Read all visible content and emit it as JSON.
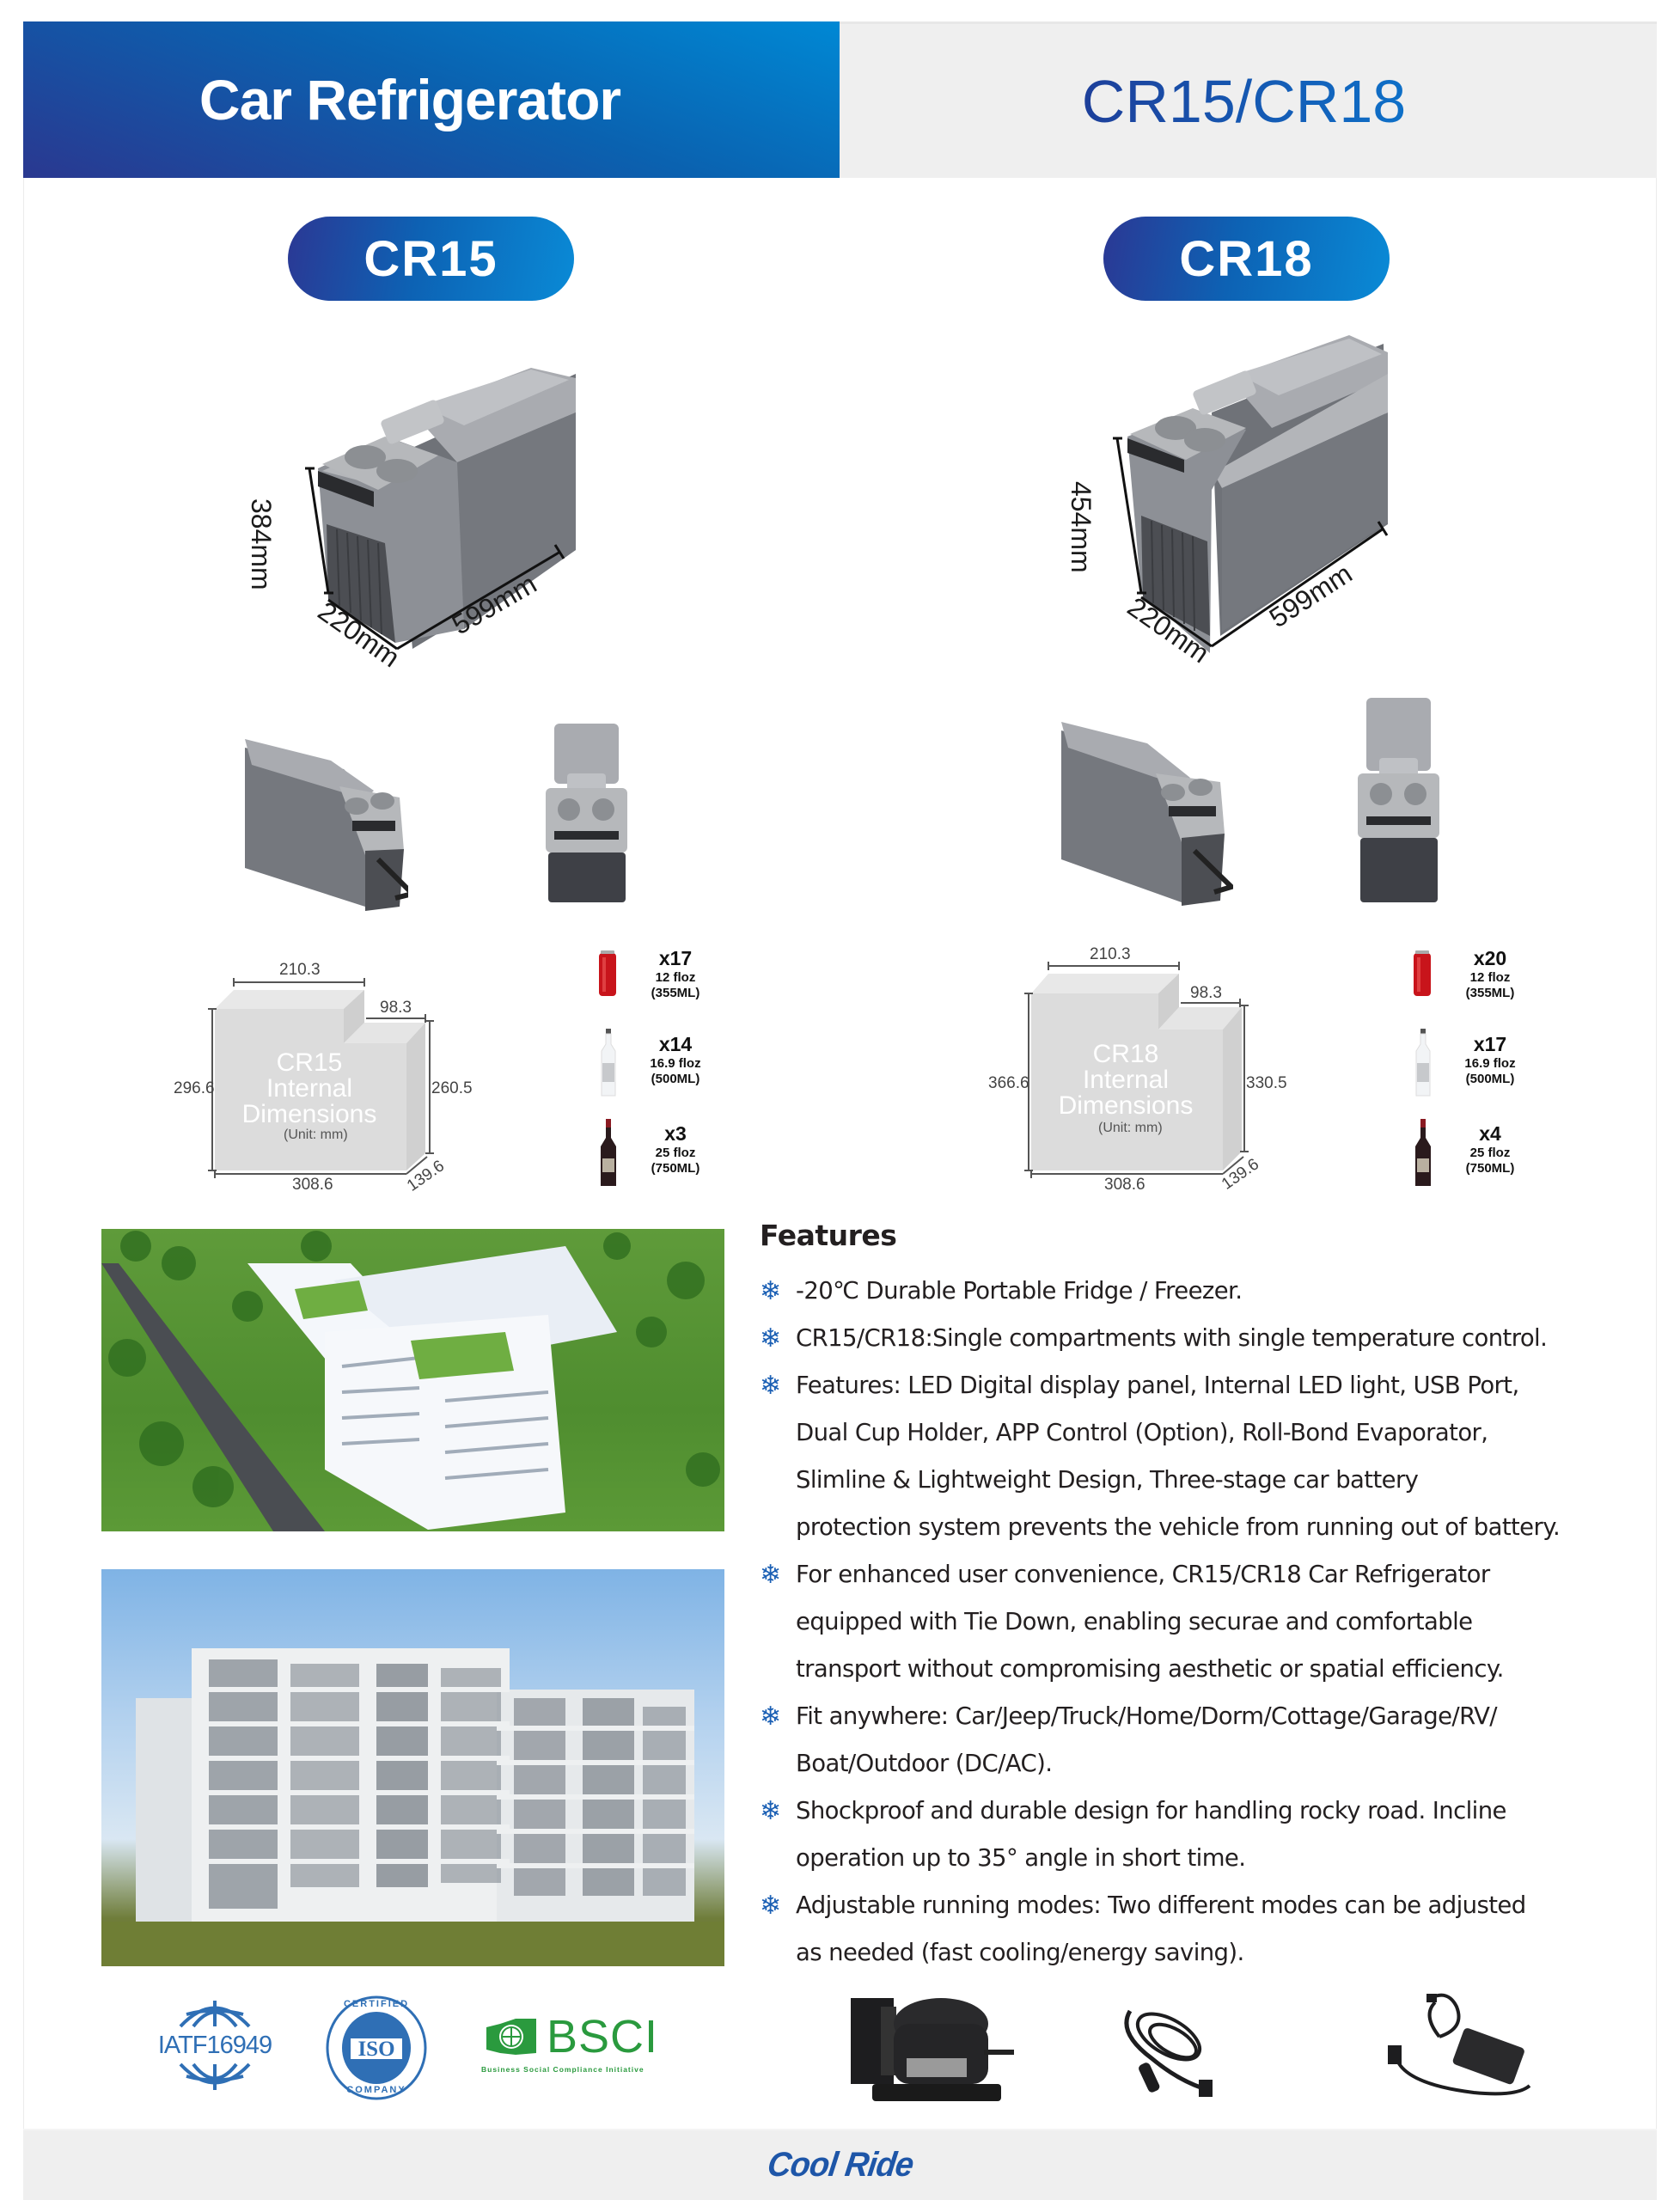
{
  "header": {
    "title": "Car Refrigerator",
    "models": "CR15/CR18"
  },
  "colors": {
    "brand_blue": "#0a62b0",
    "brand_dark": "#2a3890",
    "brand_light": "#0088d4",
    "header_grey": "#efefef",
    "bullet_blue": "#1a5fb4",
    "bsci_green": "#2a9a3e",
    "cert_blue": "#2f6fb5"
  },
  "products": [
    {
      "name": "CR15",
      "external": {
        "height": "384mm",
        "depth": "220mm",
        "length": "599mm"
      },
      "internal": {
        "label_model": "CR15",
        "label_line1": "Internal",
        "label_line2": "Dimensions",
        "unit": "(Unit: mm)",
        "top_length": "210.3",
        "step_length": "98.3",
        "left_height": "296.6",
        "right_height": "260.5",
        "bottom_length": "308.6",
        "depth": "139.6"
      },
      "capacity": [
        {
          "icon": "soda-can-icon",
          "count": "x17",
          "size": "12 floz",
          "ml": "(355ML)"
        },
        {
          "icon": "water-bottle-icon",
          "count": "x14",
          "size": "16.9 floz",
          "ml": "(500ML)"
        },
        {
          "icon": "wine-bottle-icon",
          "count": "x3",
          "size": "25 floz",
          "ml": "(750ML)"
        }
      ]
    },
    {
      "name": "CR18",
      "external": {
        "height": "454mm",
        "depth": "220mm",
        "length": "599mm"
      },
      "internal": {
        "label_model": "CR18",
        "label_line1": "Internal",
        "label_line2": "Dimensions",
        "unit": "(Unit: mm)",
        "top_length": "210.3",
        "step_length": "98.3",
        "left_height": "366.6",
        "right_height": "330.5",
        "bottom_length": "308.6",
        "depth": "139.6"
      },
      "capacity": [
        {
          "icon": "soda-can-icon",
          "count": "x20",
          "size": "12 floz",
          "ml": "(355ML)"
        },
        {
          "icon": "water-bottle-icon",
          "count": "x17",
          "size": "16.9 floz",
          "ml": "(500ML)"
        },
        {
          "icon": "wine-bottle-icon",
          "count": "x4",
          "size": "25 floz",
          "ml": "(750ML)"
        }
      ]
    }
  ],
  "features": {
    "heading": "Features",
    "items": [
      {
        "lines": [
          "-20℃ Durable Portable Fridge / Freezer."
        ]
      },
      {
        "lines": [
          "CR15/CR18:Single compartments with single temperature control."
        ]
      },
      {
        "lines": [
          "Features: LED Digital display panel, Internal LED light, USB Port,",
          "Dual Cup Holder, APP Control (Option), Roll-Bond Evaporator,",
          "Slimline & Lightweight Design, Three-stage car battery",
          "protection system prevents the vehicle from running out of battery."
        ]
      },
      {
        "lines": [
          "For enhanced user convenience, CR15/CR18 Car Refrigerator",
          "equipped with Tie Down, enabling securae and comfortable",
          "transport without compromising aesthetic or spatial efficiency."
        ]
      },
      {
        "lines": [
          "Fit anywhere: Car/Jeep/Truck/Home/Dorm/Cottage/Garage/RV/",
          "Boat/Outdoor (DC/AC)."
        ]
      },
      {
        "lines": [
          "Shockproof and durable design for handling rocky road. Incline",
          "operation up to 35° angle in short time."
        ]
      },
      {
        "lines": [
          "Adjustable running modes: Two different modes can be adjusted",
          "as needed (fast cooling/energy saving)."
        ]
      }
    ]
  },
  "certifications": {
    "iatf": "IATF16949",
    "iso_top": "CERTIFIED",
    "iso_center": "ISO",
    "iso_bottom": "COMPANY",
    "bsci": "BSCI",
    "bsci_sub": "Business Social Compliance Initiative"
  },
  "accessories": [
    {
      "icon": "compressor-icon"
    },
    {
      "icon": "dc-car-cable-icon"
    },
    {
      "icon": "ac-adapter-icon"
    }
  ],
  "footer": {
    "brand": "Cool Ride"
  }
}
